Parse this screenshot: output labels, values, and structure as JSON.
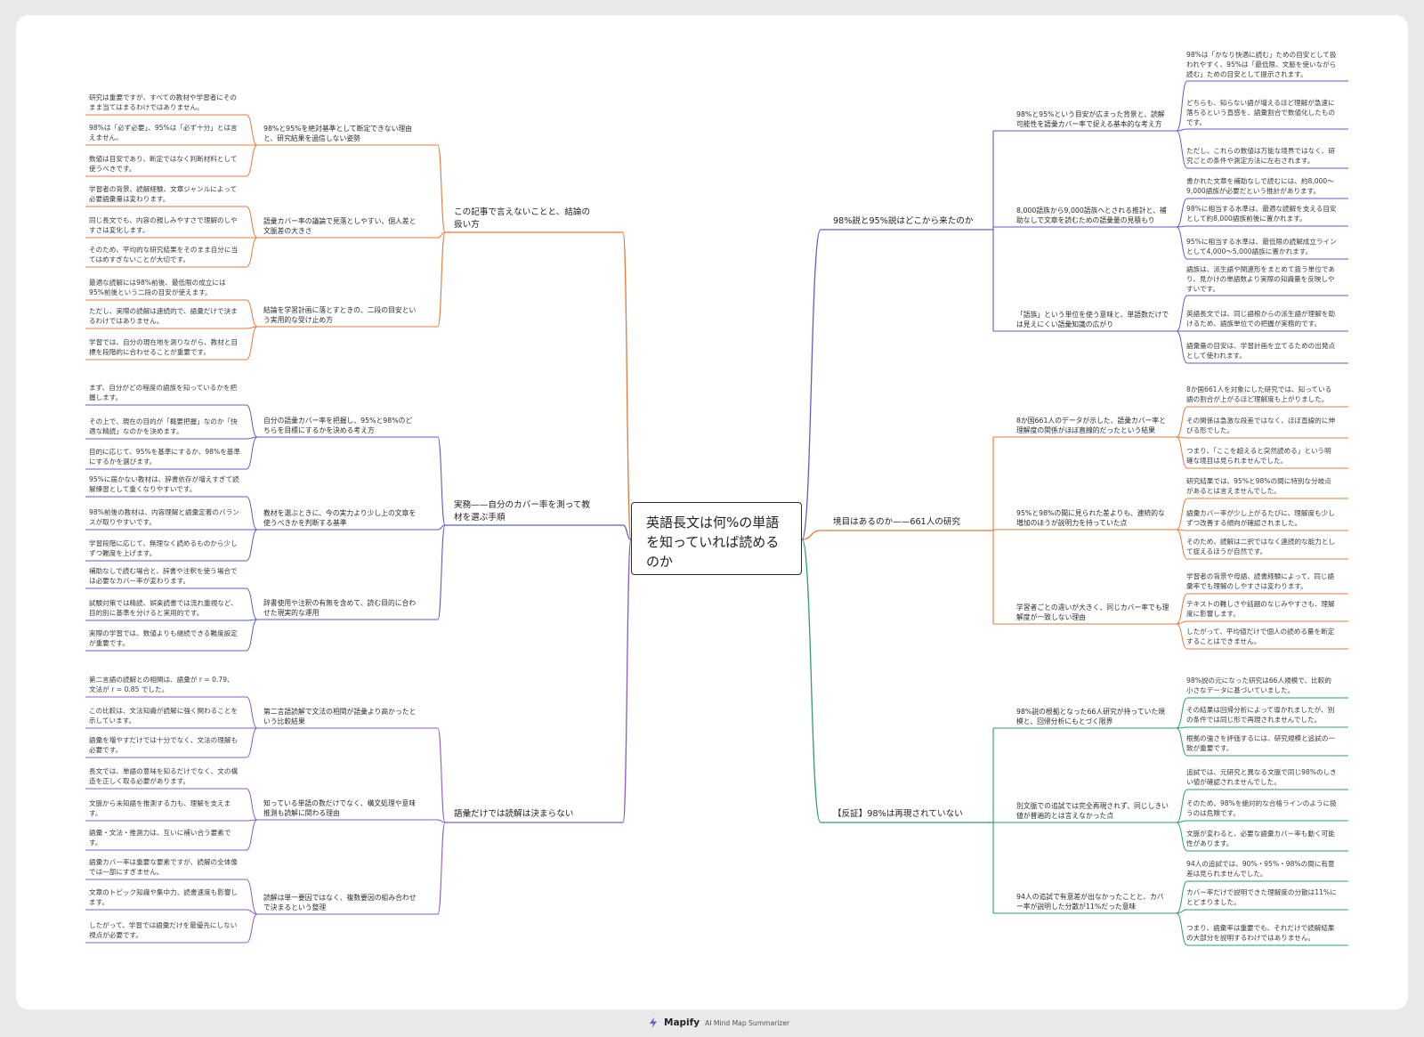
{
  "root": "英語長文は何%の単語を知っていれば読めるのか",
  "footer": {
    "brand": "Mapify",
    "tagline": "AI Mind Map Summarizer"
  },
  "colors": {
    "blue": "#5b5fc7",
    "orange": "#e47a3d",
    "green": "#2e9e6a",
    "purple": "#8b5cc9",
    "border": "#2d2d2d"
  },
  "branches": {
    "r1": {
      "label": "98%説と95%説はどこから来たのか",
      "groups": [
        {
          "label": "98%と95%という目安が広まった背景と、読解可能性を語彙カバー率で捉える基本的な考え方",
          "leaves": [
            "98%は「かなり快適に読む」ための目安として扱われやすく、95%は「最低限、文脈を使いながら読む」ための目安として提示されます。",
            "どちらも、知らない語が増えるほど理解が急速に落ちるという直感を、語彙割合で数値化したものです。",
            "ただし、これらの数値は万能な境界ではなく、研究ごとの条件や測定方法に左右されます。"
          ]
        },
        {
          "label": "8,000語族から9,000語族へとされる推計と、補助なしで文章を読むための語彙量の見積もり",
          "leaves": [
            "書かれた文章を補助なしで読むには、約8,000〜9,000語族が必要だという推計があります。",
            "98%に相当する水準は、最適な読解を支える目安として約8,000語族前後に置かれます。",
            "95%に相当する水準は、最低限の読解成立ラインとして4,000〜5,000語族に置かれます。"
          ]
        },
        {
          "label": "「語族」という単位を使う意味と、単語数だけでは見えにくい語彙知識の広がり",
          "leaves": [
            "語族は、派生語や関連形をまとめて扱う単位であり、見かけの単語数より実際の知識量を反映しやすいです。",
            "英語長文では、同じ語根からの派生語が理解を助けるため、語族単位での把握が実務的です。",
            "語彙量の目安は、学習計画を立てるための出発点として使われます。"
          ]
        }
      ]
    },
    "r2": {
      "label": "境目はあるのか——661人の研究",
      "groups": [
        {
          "label": "8か国661人のデータが示した、語彙カバー率と理解度の関係がほぼ直線的だったという結果",
          "leaves": [
            "8か国661人を対象にした研究では、知っている語の割合が上がるほど理解度も上がりました。",
            "その関係は急激な段差ではなく、ほぼ直線的に伸びる形でした。",
            "つまり、「ここを超えると突然読める」という明確な境目は見られませんでした。"
          ]
        },
        {
          "label": "95%と98%の間に見られた差よりも、連続的な増加のほうが説明力を持っていた点",
          "leaves": [
            "研究結果では、95%と98%の間に特別な分岐点があるとは言えませんでした。",
            "語彙カバー率が少し上がるたびに、理解度も少しずつ改善する傾向が確認されました。",
            "そのため、読解は二択ではなく連続的な能力として捉えるほうが自然です。"
          ]
        },
        {
          "label": "学習者ごとの違いが大きく、同じカバー率でも理解度が一致しない理由",
          "leaves": [
            "学習者の背景や母語、読書経験によって、同じ語彙率でも理解のしやすさは変わります。",
            "テキストの難しさや話題のなじみやすさも、理解度に影響します。",
            "したがって、平均値だけで個人の読める量を断定することはできません。"
          ]
        }
      ]
    },
    "r3": {
      "label": "【反証】98%は再現されていない",
      "groups": [
        {
          "label": "98%説の根拠となった66人研究が持っていた規模と、回帰分析にもとづく限界",
          "leaves": [
            "98%説の元になった研究は66人規模で、比較的小さなデータに基づいていました。",
            "その結果は回帰分析によって導かれましたが、別の条件では同じ形で再現されませんでした。",
            "根拠の強さを評価するには、研究規模と追試の一致が重要です。"
          ]
        },
        {
          "label": "別文脈での追試では完全再現されず、同じしきい値が普遍的とは言えなかった点",
          "leaves": [
            "追試では、元研究と異なる文脈で同じ98%のしきい値が確認されませんでした。",
            "そのため、98%を絶対的な合格ラインのように扱うのは危険です。",
            "文脈が変わると、必要な語彙カバー率も動く可能性があります。"
          ]
        },
        {
          "label": "94人の追試で有意差が出なかったことと、カバー率が説明した分散が11%だった意味",
          "leaves": [
            "94人の追試では、90%・95%・98%の間に有意差は見られませんでした。",
            "カバー率だけで説明できた理解度の分散は11%にとどまりました。",
            "つまり、語彙率は重要でも、それだけで読解結果の大部分を説明するわけではありません。"
          ]
        }
      ]
    },
    "l1": {
      "label": "この記事で言えないことと、結論の扱い方",
      "groups": [
        {
          "label": "98%と95%を絶対基準として断定できない理由と、研究結果を過信しない姿勢",
          "leaves": [
            "研究は重要ですが、すべての教材や学習者にそのまま当てはまるわけではありません。",
            "98%は「必ず必要」、95%は「必ず十分」とは言えません。",
            "数値は目安であり、断定ではなく判断材料として使うべきです。"
          ]
        },
        {
          "label": "語彙カバー率の議論で見落としやすい、個人差と文脈差の大きさ",
          "leaves": [
            "学習者の背景、読解経験、文章ジャンルによって必要語彙量は変わります。",
            "同じ長文でも、内容の親しみやすさで理解のしやすさは変化します。",
            "そのため、平均的な研究結果をそのまま自分に当てはめすぎないことが大切です。"
          ]
        },
        {
          "label": "結論を学習計画に落とすときの、二段の目安という実用的な受け止め方",
          "leaves": [
            "最適な読解には98%前後、最低限の成立には95%前後という二段の目安が使えます。",
            "ただし、実際の読解は連続的で、語彙だけで決まるわけではありません。",
            "学習では、自分の現在地を測りながら、教材と目標を段階的に合わせることが重要です。"
          ]
        }
      ]
    },
    "l2": {
      "label": "実務——自分のカバー率を測って教材を選ぶ手順",
      "groups": [
        {
          "label": "自分の語彙カバー率を把握し、95%と98%のどちらを目標にするかを決める考え方",
          "leaves": [
            "まず、自分がどの程度の語族を知っているかを把握します。",
            "その上で、現在の目的が「概要把握」なのか「快適な精読」なのかを決めます。",
            "目的に応じて、95%を基準にするか、98%を基準にするかを選びます。"
          ]
        },
        {
          "label": "教材を選ぶときに、今の実力より少し上の文章を使うべきかを判断する基準",
          "leaves": [
            "95%に届かない教材は、辞書依存が増えすぎて読解練習として重くなりやすいです。",
            "98%前後の教材は、内容理解と語彙定着のバランスが取りやすいです。",
            "学習段階に応じて、無理なく読めるものから少しずつ難度を上げます。"
          ]
        },
        {
          "label": "辞書使用や注釈の有無を含めて、読む目的に合わせた現実的な運用",
          "leaves": [
            "補助なしで読む場合と、辞書や注釈を使う場合では必要なカバー率が変わります。",
            "試験対策では精読、娯楽読書では流れ重視など、目的別に基準を分けると実用的です。",
            "実際の学習では、数値よりも継続できる難度設定が重要です。"
          ]
        }
      ]
    },
    "l3": {
      "label": "語彙だけでは読解は決まらない",
      "groups": [
        {
          "label": "第二言語読解で文法の相関が語彙より高かったという比較結果",
          "leaves": [
            "第二言語の読解との相関は、語彙が r = 0.79、文法が r = 0.85 でした。",
            "この比較は、文法知識が読解に強く関わることを示しています。",
            "語彙を増やすだけでは十分でなく、文法の理解も必要です。"
          ]
        },
        {
          "label": "知っている単語の数だけでなく、構文処理や意味推測も読解に関わる理由",
          "leaves": [
            "長文では、単語の意味を知るだけでなく、文の構造を正しく取る必要があります。",
            "文脈から未知語を推測する力も、理解を支えます。",
            "語彙・文法・推測力は、互いに補い合う要素です。"
          ]
        },
        {
          "label": "読解は単一要因ではなく、複数要因の組み合わせで決まるという整理",
          "leaves": [
            "語彙カバー率は重要な要素ですが、読解の全体像では一部にすぎません。",
            "文章のトピック知識や集中力、読書速度も影響します。",
            "したがって、学習では語彙だけを最優先にしない視点が必要です。"
          ]
        }
      ]
    }
  }
}
